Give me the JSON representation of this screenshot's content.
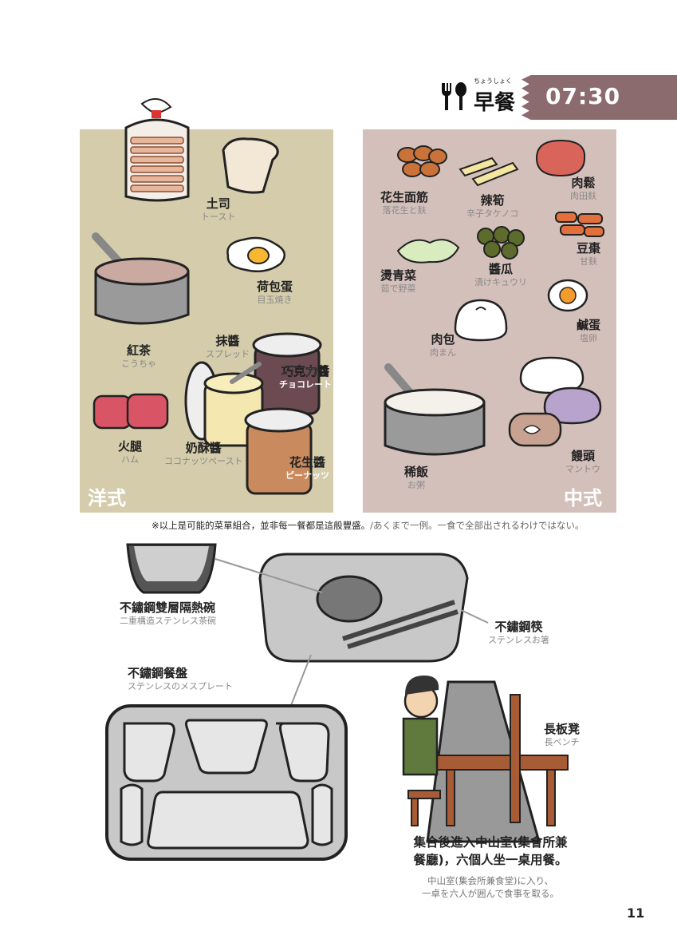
{
  "header": {
    "furigana": "ちょうしょく",
    "meal": "早餐",
    "time": "07:30"
  },
  "western": {
    "corner": "洋式",
    "items": [
      {
        "zh": "土司",
        "ja": "トースト"
      },
      {
        "zh": "荷包蛋",
        "ja": "目玉焼き"
      },
      {
        "zh": "紅茶",
        "ja": "こうちゃ"
      },
      {
        "zh": "抹醬",
        "ja": "スプレッド"
      },
      {
        "zh": "巧克力醬",
        "ja": "チョコレート"
      },
      {
        "zh": "火腿",
        "ja": "ハム"
      },
      {
        "zh": "奶酥醬",
        "ja": "ココナッツペースト"
      },
      {
        "zh": "花生醬",
        "ja": "ピーナッツ"
      }
    ]
  },
  "chinese": {
    "corner": "中式",
    "items": [
      {
        "zh": "花生面筋",
        "ja": "落花生と麸"
      },
      {
        "zh": "辣筍",
        "ja": "辛子タケノコ"
      },
      {
        "zh": "肉鬆",
        "ja": "肉田麸"
      },
      {
        "zh": "豆棗",
        "ja": "甘麸"
      },
      {
        "zh": "燙青菜",
        "ja": "茹で野菜"
      },
      {
        "zh": "醬瓜",
        "ja": "漬けキュウリ"
      },
      {
        "zh": "鹹蛋",
        "ja": "塩卵"
      },
      {
        "zh": "肉包",
        "ja": "肉まん"
      },
      {
        "zh": "稀飯",
        "ja": "お粥"
      },
      {
        "zh": "饅頭",
        "ja": "マントウ"
      }
    ]
  },
  "note": {
    "zh": "※以上是可能的菜單組合，並非每一餐都是這般豐盛。",
    "ja": "/あくまで一例。一食で全部出されるわけではない。"
  },
  "utensils": [
    {
      "zh": "不鏽鋼雙層隔熱碗",
      "ja": "二重構造ステンレス茶碗"
    },
    {
      "zh": "不鏽鋼筷",
      "ja": "ステンレスお箸"
    },
    {
      "zh": "不鏽鋼餐盤",
      "ja": "ステンレスのメスプレート"
    },
    {
      "zh": "長板凳",
      "ja": "長ベンチ"
    }
  ],
  "caption": {
    "zh_line1": "集合後進入中山室(集會所兼",
    "zh_line2": "餐廳)，六個人坐一桌用餐。",
    "ja_line1": "中山室(集会所兼食堂)に入り、",
    "ja_line2": "一卓を六人が囲んで食事を取る。"
  },
  "page_number": "11",
  "colors": {
    "western_panel": "#d5ccab",
    "chinese_panel": "#d4c0bb",
    "time_band": "#8c6b6e"
  }
}
